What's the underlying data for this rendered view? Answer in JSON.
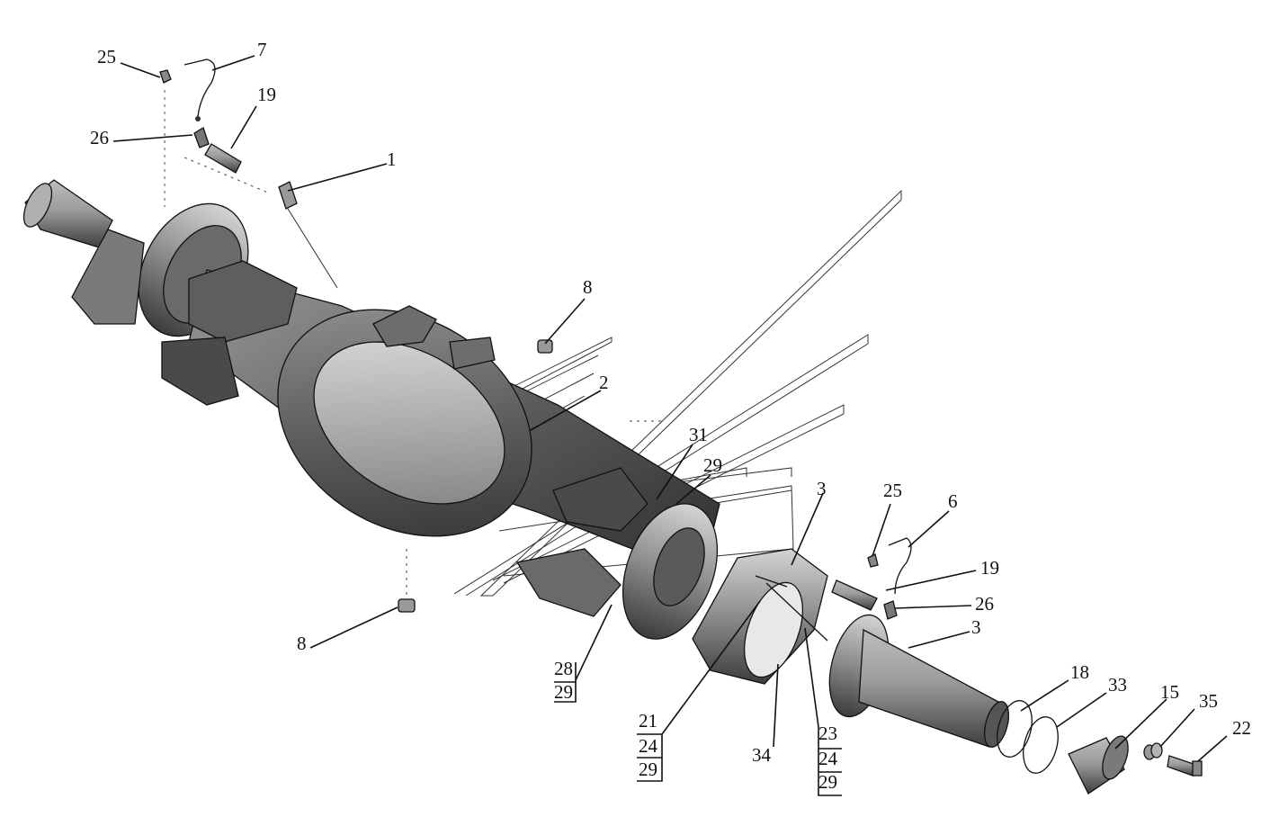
{
  "callouts": [
    {
      "id": "c25a",
      "text": "25"
    },
    {
      "id": "c7",
      "text": "7"
    },
    {
      "id": "c19a",
      "text": "19"
    },
    {
      "id": "c26a",
      "text": "26"
    },
    {
      "id": "c1",
      "text": "1"
    },
    {
      "id": "c8a",
      "text": "8"
    },
    {
      "id": "c2",
      "text": "2"
    },
    {
      "id": "c31",
      "text": "31"
    },
    {
      "id": "c29a",
      "text": "29"
    },
    {
      "id": "c3a",
      "text": "3"
    },
    {
      "id": "c25b",
      "text": "25"
    },
    {
      "id": "c6",
      "text": "6"
    },
    {
      "id": "c19b",
      "text": "19"
    },
    {
      "id": "c26b",
      "text": "26"
    },
    {
      "id": "c3b",
      "text": "3"
    },
    {
      "id": "c8b",
      "text": "8"
    },
    {
      "id": "c18",
      "text": "18"
    },
    {
      "id": "c33",
      "text": "33"
    },
    {
      "id": "c15",
      "text": "15"
    },
    {
      "id": "c35",
      "text": "35"
    },
    {
      "id": "c22",
      "text": "22"
    },
    {
      "id": "c34",
      "text": "34"
    }
  ],
  "stacks": [
    {
      "id": "s28",
      "items": [
        "28",
        "29"
      ]
    },
    {
      "id": "s21",
      "items": [
        "21",
        "24",
        "29"
      ]
    },
    {
      "id": "s23",
      "items": [
        "23",
        "24",
        "29"
      ]
    }
  ],
  "colors": {
    "metal": "#8a8a8a",
    "dark": "#3a3a3a",
    "light": "#c8c8c8",
    "line": "#111111"
  }
}
